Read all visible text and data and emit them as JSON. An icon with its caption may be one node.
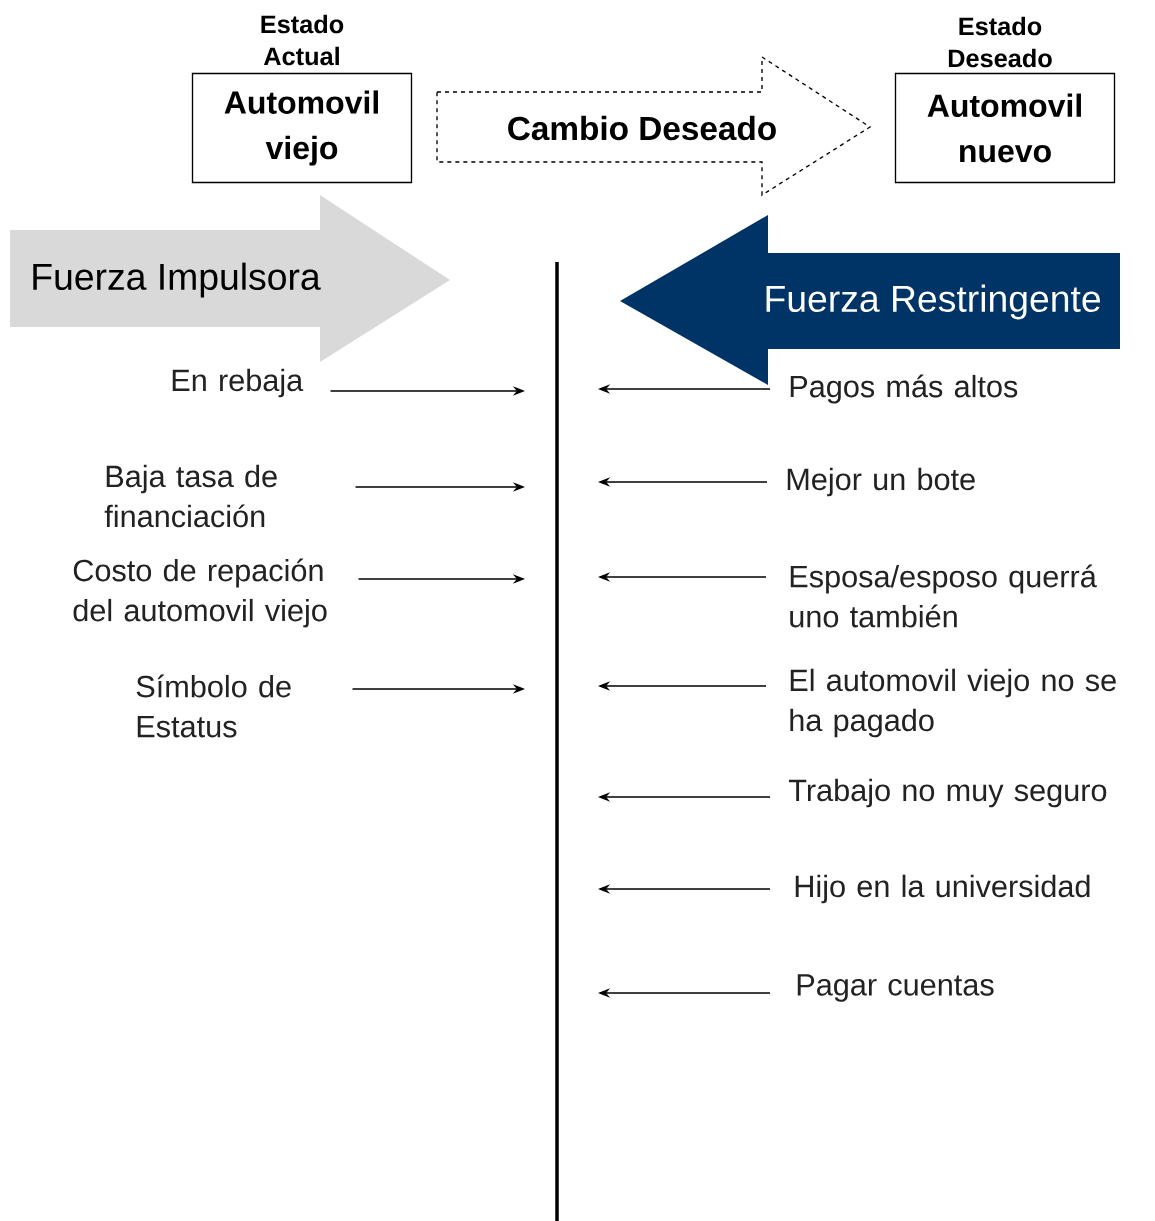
{
  "diagram": {
    "nodes": [
      {
        "text": [
          "Estado Actual",
          "Automovil viejo"
        ]
      },
      {
        "text": [
          "Cambio Deseado"
        ]
      },
      {
        "text": [
          "Estado Deseado",
          "Automovil nuevo"
        ]
      },
      {
        "text": [
          "Fuerza Impulsora"
        ]
      },
      {
        "text": [
          "Fuerza Restringente"
        ]
      },
      {
        "text": [],
        "shape": "bar"
      },
      {
        "text": [
          "En rebaja"
        ]
      },
      {
        "text": [
          "Baja tasa de financiación"
        ]
      },
      {
        "text": [
          "Costo de repación del automovil viejo"
        ]
      },
      {
        "text": [
          "Símbolo de Estatus"
        ]
      },
      {
        "text": [
          "Pagos más altos"
        ]
      },
      {
        "text": [
          "Mejor un bote"
        ]
      },
      {
        "text": [
          "Esposa/esposo querrá uno también"
        ]
      },
      {
        "text": [
          "El automovil viejo no se ha pagado"
        ]
      },
      {
        "text": [
          "Trabajo no muy seguro"
        ]
      },
      {
        "text": [
          "Hijo en la universidad"
        ]
      },
      {
        "text": [
          "Pagar cuentas"
        ]
      }
    ],
    "edges": [
      {
        "from": 6,
        "to": 5,
        "arrow": "to"
      },
      {
        "from": 7,
        "to": 5,
        "arrow": "to"
      },
      {
        "from": 8,
        "to": 5,
        "arrow": "to"
      },
      {
        "from": 9,
        "to": 5,
        "arrow": "to"
      },
      {
        "from": 10,
        "to": 5,
        "arrow": "to"
      },
      {
        "from": 11,
        "to": 5,
        "arrow": "to"
      },
      {
        "from": 12,
        "to": 5,
        "arrow": "to"
      },
      {
        "from": 13,
        "to": 5,
        "arrow": "to"
      },
      {
        "from": 14,
        "to": 5,
        "arrow": "to"
      },
      {
        "from": 15,
        "to": 5,
        "arrow": "to"
      },
      {
        "from": 16,
        "to": 5,
        "arrow": "to"
      }
    ]
  }
}
